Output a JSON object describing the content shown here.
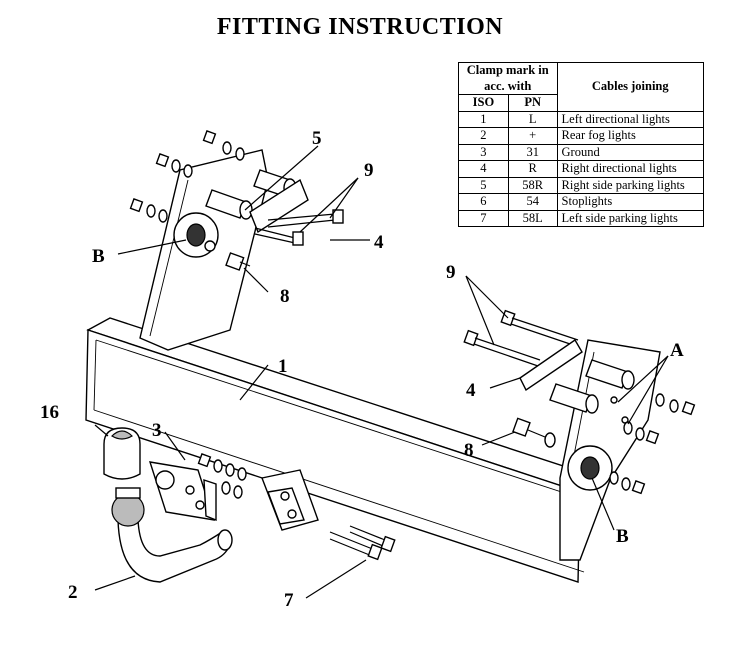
{
  "title": "FITTING INSTRUCTION",
  "table": {
    "header_clamp": "Clamp mark in acc. with",
    "header_cables": "Cables joining",
    "header_iso": "ISO",
    "header_pn": "PN",
    "rows": [
      {
        "iso": "1",
        "pn": "L",
        "cable": "Left directional lights"
      },
      {
        "iso": "2",
        "pn": "+",
        "cable": "Rear fog lights"
      },
      {
        "iso": "3",
        "pn": "31",
        "cable": "Ground"
      },
      {
        "iso": "4",
        "pn": "R",
        "cable": "Right directional lights"
      },
      {
        "iso": "5",
        "pn": "58R",
        "cable": "Right side parking lights"
      },
      {
        "iso": "6",
        "pn": "54",
        "cable": "Stoplights"
      },
      {
        "iso": "7",
        "pn": "58L",
        "cable": "Left side parking lights"
      }
    ]
  },
  "labels": {
    "l1": "1",
    "l2": "2",
    "l3": "3",
    "l4a": "4",
    "l4b": "4",
    "l5": "5",
    "l7": "7",
    "l8a": "8",
    "l8b": "8",
    "l9a": "9",
    "l9b": "9",
    "l16": "16",
    "lA": "A",
    "lBa": "B",
    "lBb": "B"
  }
}
